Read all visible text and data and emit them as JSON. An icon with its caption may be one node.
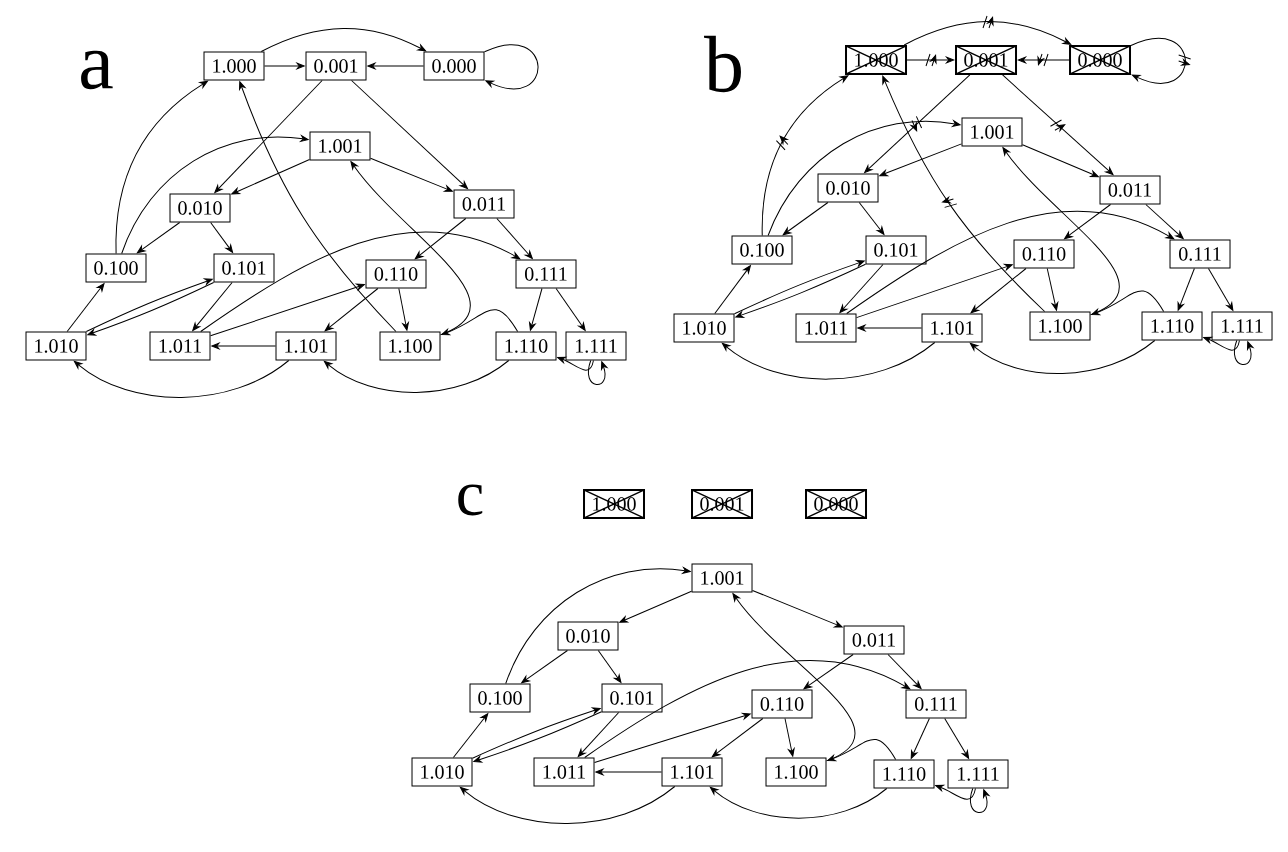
{
  "diagram": {
    "nodes": [
      {
        "text": [
          "1.000"
        ]
      },
      {
        "text": [
          "0.001"
        ]
      },
      {
        "text": [
          "0.000"
        ]
      },
      {
        "text": [
          "1.001"
        ]
      },
      {
        "text": [
          "0.010"
        ]
      },
      {
        "text": [
          "0.011"
        ]
      },
      {
        "text": [
          "0.100"
        ]
      },
      {
        "text": [
          "0.101"
        ]
      },
      {
        "text": [
          "0.110"
        ]
      },
      {
        "text": [
          "0.111"
        ]
      },
      {
        "text": [
          "1.010"
        ]
      },
      {
        "text": [
          "1.011"
        ]
      },
      {
        "text": [
          "1.101"
        ]
      },
      {
        "text": [
          "1.100"
        ]
      },
      {
        "text": [
          "1.110"
        ]
      },
      {
        "text": [
          "1.111"
        ]
      },
      {
        "text": [
          "1.000"
        ]
      },
      {
        "text": [
          "0.001"
        ]
      },
      {
        "text": [
          "0.000"
        ]
      },
      {
        "text": [
          "1.001"
        ]
      },
      {
        "text": [
          "0.010"
        ]
      },
      {
        "text": [
          "0.011"
        ]
      },
      {
        "text": [
          "0.100"
        ]
      },
      {
        "text": [
          "0.101"
        ]
      },
      {
        "text": [
          "0.110"
        ]
      },
      {
        "text": [
          "0.111"
        ]
      },
      {
        "text": [
          "1.010"
        ]
      },
      {
        "text": [
          "1.011"
        ]
      },
      {
        "text": [
          "1.101"
        ]
      },
      {
        "text": [
          "1.100"
        ]
      },
      {
        "text": [
          "1.110"
        ]
      },
      {
        "text": [
          "1.111"
        ]
      },
      {
        "text": [
          "1.000"
        ]
      },
      {
        "text": [
          "0.001"
        ]
      },
      {
        "text": [
          "0.000"
        ]
      },
      {
        "text": [
          "1.001"
        ]
      },
      {
        "text": [
          "0.010"
        ]
      },
      {
        "text": [
          "0.011"
        ]
      },
      {
        "text": [
          "0.100"
        ]
      },
      {
        "text": [
          "0.101"
        ]
      },
      {
        "text": [
          "0.110"
        ]
      },
      {
        "text": [
          "0.111"
        ]
      },
      {
        "text": [
          "1.010"
        ]
      },
      {
        "text": [
          "1.011"
        ]
      },
      {
        "text": [
          "1.101"
        ]
      },
      {
        "text": [
          "1.100"
        ]
      },
      {
        "text": [
          "1.110"
        ]
      },
      {
        "text": [
          "1.111"
        ]
      }
    ],
    "edges": [
      {
        "from": 0,
        "to": 1,
        "arrow": "to"
      },
      {
        "from": 2,
        "to": 1,
        "arrow": "to"
      },
      {
        "from": 2,
        "to": 2,
        "arrow": "to"
      },
      {
        "from": 0,
        "to": 2,
        "arrow": "to"
      },
      {
        "from": 1,
        "to": 4,
        "arrow": "to"
      },
      {
        "from": 1,
        "to": 5,
        "arrow": "to"
      },
      {
        "from": 3,
        "to": 4,
        "arrow": "to"
      },
      {
        "from": 3,
        "to": 5,
        "arrow": "to"
      },
      {
        "from": 6,
        "to": 3,
        "arrow": "to"
      },
      {
        "from": 6,
        "to": 0,
        "arrow": "to"
      },
      {
        "from": 4,
        "to": 6,
        "arrow": "to"
      },
      {
        "from": 4,
        "to": 7,
        "arrow": "to"
      },
      {
        "from": 10,
        "to": 6,
        "arrow": "to"
      },
      {
        "from": 10,
        "to": 7,
        "arrow": "to"
      },
      {
        "from": 7,
        "to": 10,
        "arrow": "to"
      },
      {
        "from": 7,
        "to": 11,
        "arrow": "to"
      },
      {
        "from": 11,
        "to": 8,
        "arrow": "to"
      },
      {
        "from": 11,
        "to": 9,
        "arrow": "to"
      },
      {
        "from": 5,
        "to": 8,
        "arrow": "to"
      },
      {
        "from": 5,
        "to": 9,
        "arrow": "to"
      },
      {
        "from": 8,
        "to": 12,
        "arrow": "to"
      },
      {
        "from": 8,
        "to": 13,
        "arrow": "to"
      },
      {
        "from": 12,
        "to": 11,
        "arrow": "to"
      },
      {
        "from": 13,
        "to": 0,
        "arrow": "to"
      },
      {
        "from": 13,
        "to": 3,
        "arrow": "to"
      },
      {
        "from": 14,
        "to": 13,
        "arrow": "to"
      },
      {
        "from": 9,
        "to": 14,
        "arrow": "to"
      },
      {
        "from": 9,
        "to": 15,
        "arrow": "to"
      },
      {
        "from": 15,
        "to": 14,
        "arrow": "to"
      },
      {
        "from": 15,
        "to": 15,
        "arrow": "to"
      },
      {
        "from": 12,
        "to": 10,
        "arrow": "to"
      },
      {
        "from": 14,
        "to": 12,
        "arrow": "to"
      },
      {
        "from": 16,
        "to": 17,
        "arrow": "to"
      },
      {
        "from": 18,
        "to": 17,
        "arrow": "to"
      },
      {
        "from": 18,
        "to": 18,
        "arrow": "to"
      },
      {
        "from": 16,
        "to": 18,
        "arrow": "to"
      },
      {
        "from": 17,
        "to": 20,
        "arrow": "to"
      },
      {
        "from": 17,
        "to": 21,
        "arrow": "to"
      },
      {
        "from": 19,
        "to": 20,
        "arrow": "to"
      },
      {
        "from": 19,
        "to": 21,
        "arrow": "to"
      },
      {
        "from": 22,
        "to": 19,
        "arrow": "to"
      },
      {
        "from": 22,
        "to": 16,
        "arrow": "to"
      },
      {
        "from": 20,
        "to": 22,
        "arrow": "to"
      },
      {
        "from": 20,
        "to": 23,
        "arrow": "to"
      },
      {
        "from": 26,
        "to": 22,
        "arrow": "to"
      },
      {
        "from": 26,
        "to": 23,
        "arrow": "to"
      },
      {
        "from": 23,
        "to": 26,
        "arrow": "to"
      },
      {
        "from": 23,
        "to": 27,
        "arrow": "to"
      },
      {
        "from": 27,
        "to": 24,
        "arrow": "to"
      },
      {
        "from": 27,
        "to": 25,
        "arrow": "to"
      },
      {
        "from": 21,
        "to": 24,
        "arrow": "to"
      },
      {
        "from": 21,
        "to": 25,
        "arrow": "to"
      },
      {
        "from": 24,
        "to": 28,
        "arrow": "to"
      },
      {
        "from": 24,
        "to": 29,
        "arrow": "to"
      },
      {
        "from": 28,
        "to": 27,
        "arrow": "to"
      },
      {
        "from": 29,
        "to": 16,
        "arrow": "to"
      },
      {
        "from": 29,
        "to": 19,
        "arrow": "to"
      },
      {
        "from": 30,
        "to": 29,
        "arrow": "to"
      },
      {
        "from": 25,
        "to": 30,
        "arrow": "to"
      },
      {
        "from": 25,
        "to": 31,
        "arrow": "to"
      },
      {
        "from": 31,
        "to": 30,
        "arrow": "to"
      },
      {
        "from": 31,
        "to": 31,
        "arrow": "to"
      },
      {
        "from": 28,
        "to": 26,
        "arrow": "to"
      },
      {
        "from": 30,
        "to": 28,
        "arrow": "to"
      },
      {
        "from": 35,
        "to": 36,
        "arrow": "to"
      },
      {
        "from": 35,
        "to": 37,
        "arrow": "to"
      },
      {
        "from": 38,
        "to": 35,
        "arrow": "to"
      },
      {
        "from": 36,
        "to": 38,
        "arrow": "to"
      },
      {
        "from": 36,
        "to": 39,
        "arrow": "to"
      },
      {
        "from": 42,
        "to": 38,
        "arrow": "to"
      },
      {
        "from": 42,
        "to": 39,
        "arrow": "to"
      },
      {
        "from": 39,
        "to": 42,
        "arrow": "to"
      },
      {
        "from": 39,
        "to": 43,
        "arrow": "to"
      },
      {
        "from": 43,
        "to": 40,
        "arrow": "to"
      },
      {
        "from": 43,
        "to": 41,
        "arrow": "to"
      },
      {
        "from": 37,
        "to": 40,
        "arrow": "to"
      },
      {
        "from": 37,
        "to": 41,
        "arrow": "to"
      },
      {
        "from": 40,
        "to": 44,
        "arrow": "to"
      },
      {
        "from": 40,
        "to": 45,
        "arrow": "to"
      },
      {
        "from": 44,
        "to": 43,
        "arrow": "to"
      },
      {
        "from": 45,
        "to": 35,
        "arrow": "to"
      },
      {
        "from": 46,
        "to": 45,
        "arrow": "to"
      },
      {
        "from": 41,
        "to": 46,
        "arrow": "to"
      },
      {
        "from": 41,
        "to": 47,
        "arrow": "to"
      },
      {
        "from": 47,
        "to": 46,
        "arrow": "to"
      },
      {
        "from": 47,
        "to": 47,
        "arrow": "to"
      },
      {
        "from": 44,
        "to": 42,
        "arrow": "to"
      },
      {
        "from": 46,
        "to": 44,
        "arrow": "to"
      }
    ],
    "labels": [
      "a",
      "b",
      "c"
    ]
  }
}
